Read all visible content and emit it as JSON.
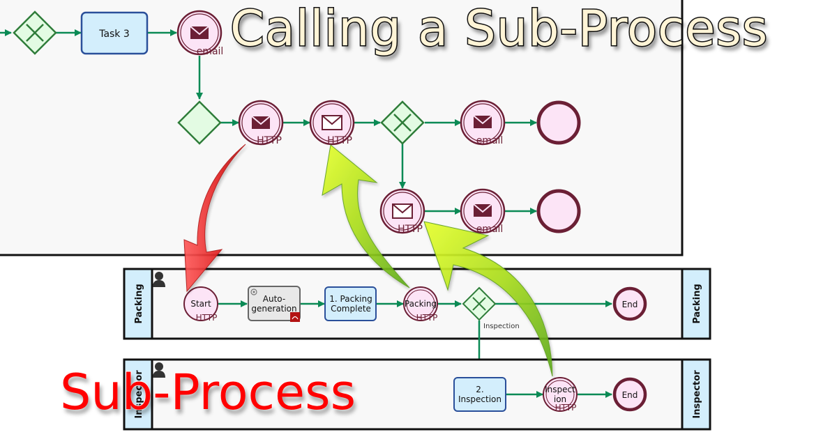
{
  "titles": {
    "main": "Calling a Sub-Process",
    "sub": "Sub-Process"
  },
  "colors": {
    "flow": "#0b8a55",
    "event_stroke": "#6b1f35",
    "event_fill": "#fce4f6",
    "gateway_stroke": "#2f7d3a",
    "gateway_fill": "#e3fbe3",
    "task_stroke": "#2a4f9a",
    "task_fill": "#d3eefc",
    "lane_header_fill": "#d3eefc",
    "red_arrow": "#ee2a2a",
    "green_arrow": "#b5e21c"
  },
  "main_process": {
    "task3": "Task 3",
    "events": {
      "email_top": "email",
      "http_send": "HTTP",
      "http_receive": "HTTP",
      "email_mid": "email",
      "http_lower": "HTTP",
      "email_lower": "email"
    }
  },
  "sub_process": {
    "lanes": [
      {
        "name": "Packing",
        "nodes": {
          "start": "Start",
          "start_sub": "HTTP",
          "autogen": [
            "Auto-",
            "generation"
          ],
          "packing_complete": [
            "1. Packing",
            "Complete"
          ],
          "packing_event": "Packing",
          "packing_event_sub": "HTTP",
          "gateway_label": "Inspection",
          "end": "End"
        }
      },
      {
        "name": "Inspector",
        "nodes": {
          "inspection_task": [
            "2.",
            "Inspection"
          ],
          "inspection_event": [
            "Inspect",
            "ion"
          ],
          "inspection_event_sub": "HTTP",
          "end": "End"
        }
      }
    ]
  }
}
